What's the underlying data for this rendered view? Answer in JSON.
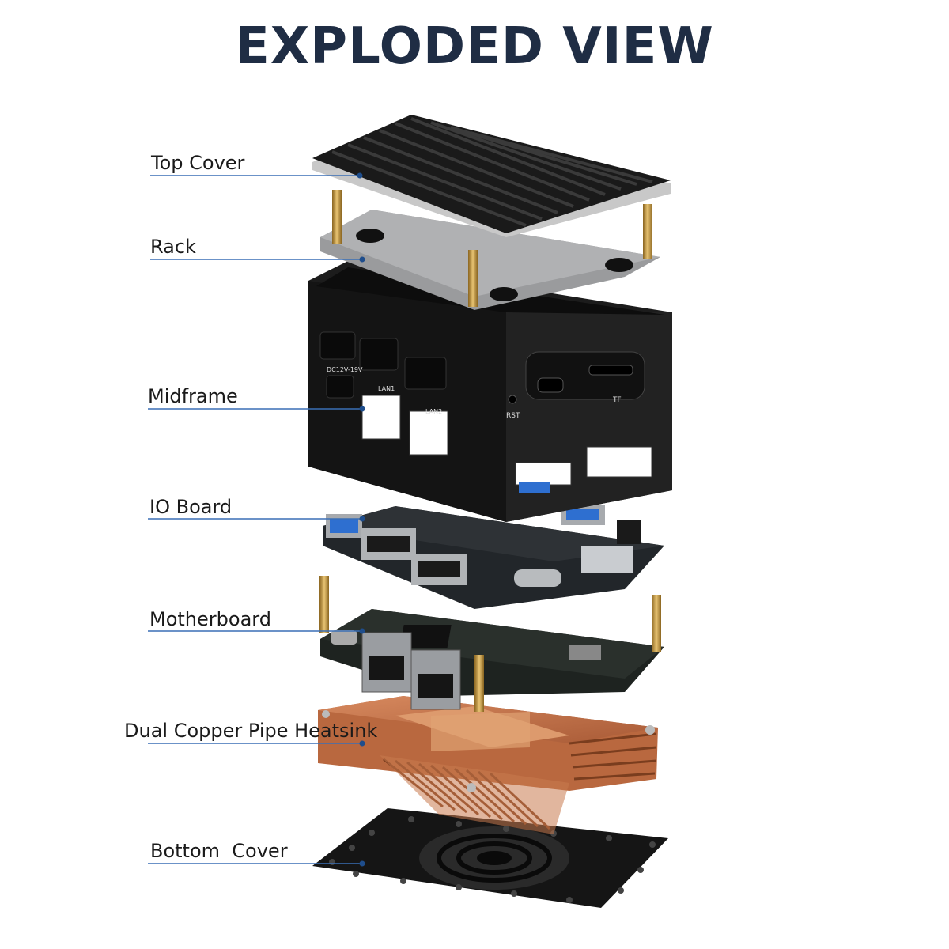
{
  "title": "EXPLODED VIEW",
  "components": [
    {
      "label": "Top Cover"
    },
    {
      "label": "Rack"
    },
    {
      "label": "Midframe"
    },
    {
      "label": "IO Board"
    },
    {
      "label": "Motherboard"
    },
    {
      "label": "Dual Copper Pipe Heatsink"
    },
    {
      "label": "Bottom  Cover"
    }
  ],
  "port_labels": {
    "dc": "DC12V-19V",
    "lan1": "LAN1",
    "lan2": "LAN2",
    "rst": "RST",
    "tf": "TF"
  },
  "colors": {
    "title": "#1f2d44",
    "leader_line": "#3a6fb5",
    "case": "#1c1c1c",
    "rack": "#9a9b9d",
    "copper": "#c9774e",
    "pcb": "#1e2320",
    "brass": "#c9a048"
  }
}
